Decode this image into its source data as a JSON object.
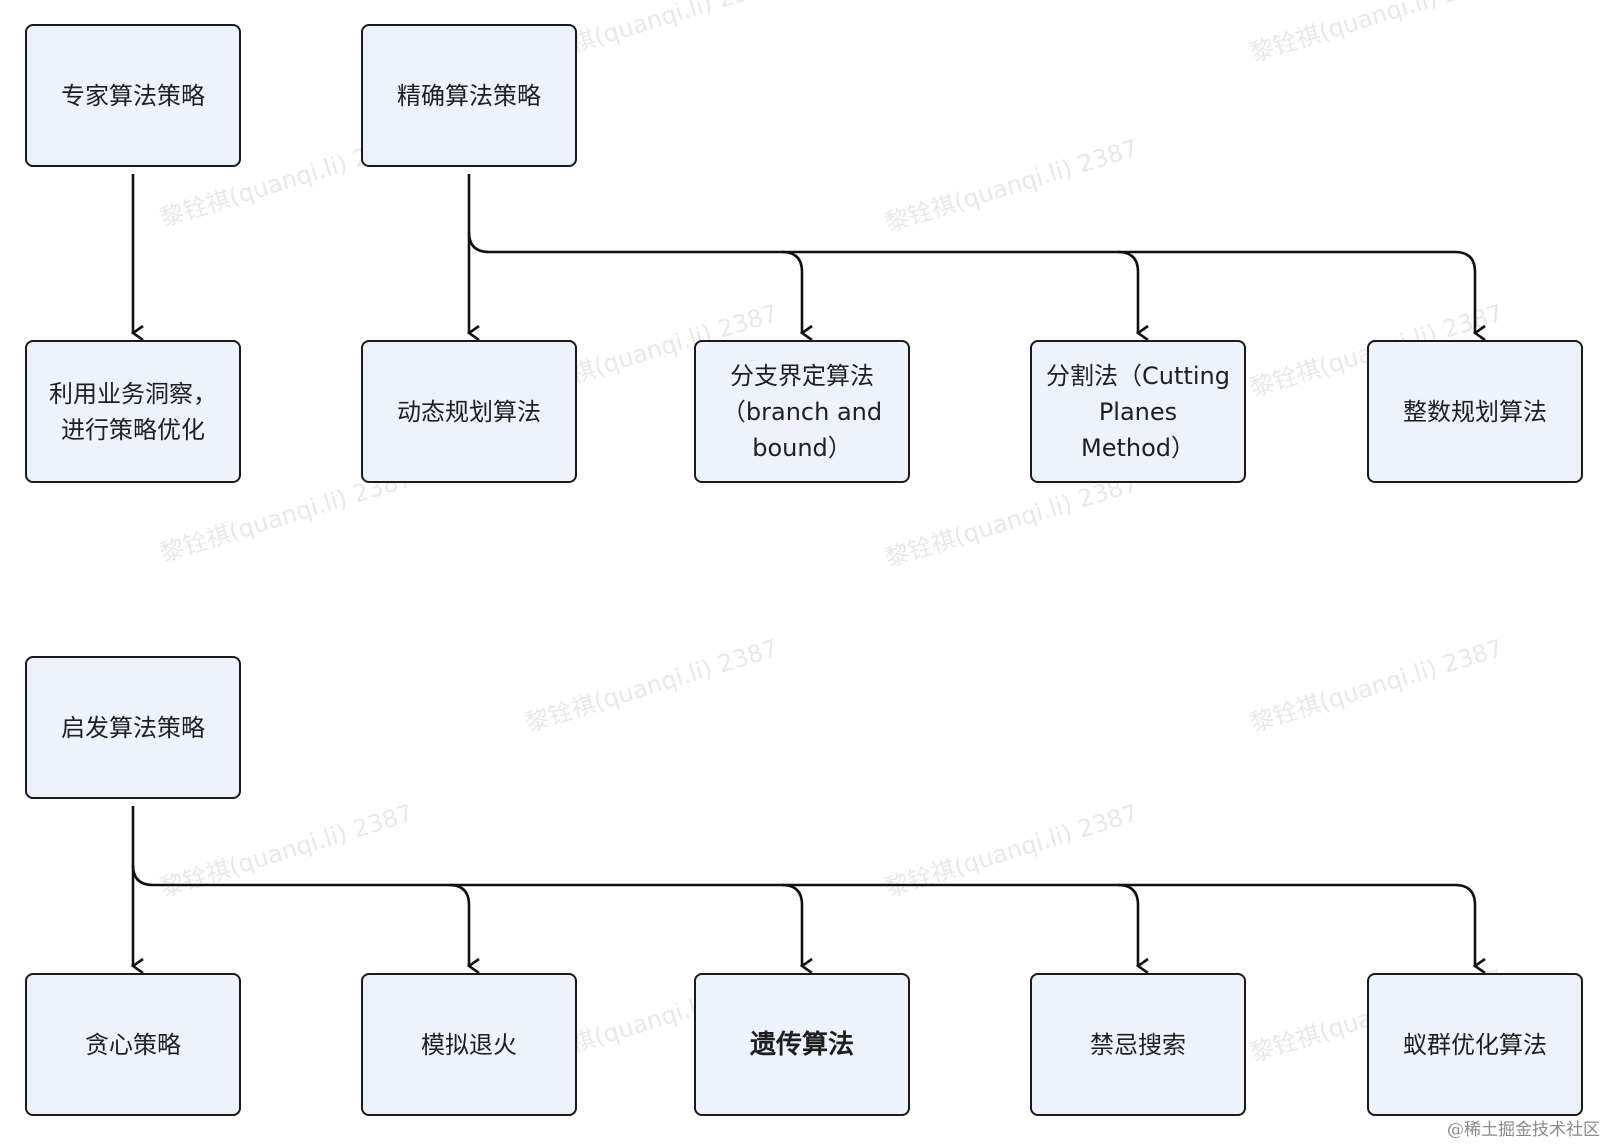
{
  "groups": {
    "expert": {
      "root": "专家算法策略",
      "children": [
        "利用业务洞察，\n进行策略优化"
      ]
    },
    "exact": {
      "root": "精确算法策略",
      "children": [
        "动态规划算法",
        "分支界定算法\n（branch and\nbound）",
        "分割法（Cutting\nPlanes\nMethod）",
        "整数规划算法"
      ]
    },
    "heuristic": {
      "root": "启发算法策略",
      "children": [
        "贪心策略",
        "模拟退火",
        "遗传算法",
        "禁忌搜索",
        "蚁群优化算法"
      ]
    }
  },
  "watermark": "黎铨祺(quanqi.li) 2387",
  "footer": "@稀土掘金技术社区"
}
